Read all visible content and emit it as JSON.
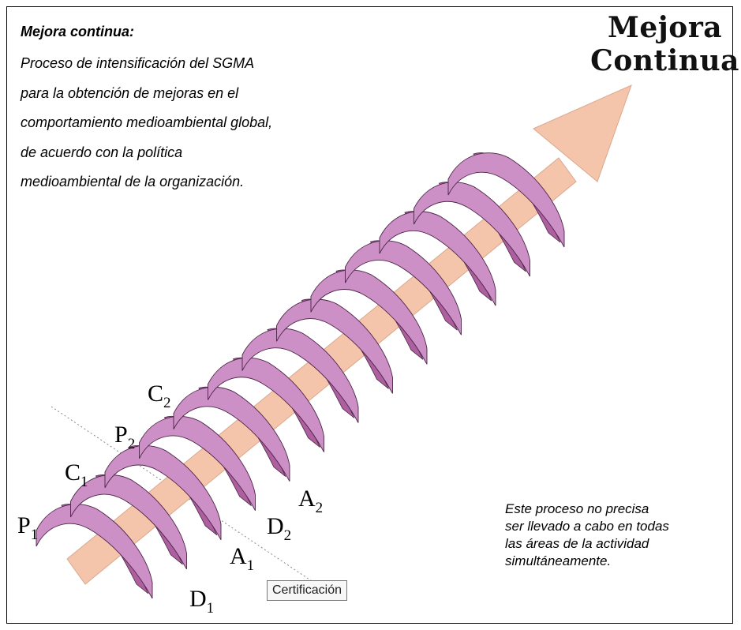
{
  "definition": {
    "title": "Mejora continua:",
    "lines": [
      "Proceso de intensificación del SGMA",
      "para la obtención de mejoras en el",
      "comportamiento medioambiental global,",
      "de acuerdo con la política",
      "medioambiental de la organización."
    ]
  },
  "heading": {
    "line1": "Mejora",
    "line2": "Continua"
  },
  "note": {
    "lines": [
      "Este proceso no precisa",
      "ser llevado a cabo en todas",
      "las áreas de la actividad",
      "simultáneamente."
    ]
  },
  "certification_label": "Certificación",
  "stages": [
    {
      "letter": "P",
      "index": "1"
    },
    {
      "letter": "C",
      "index": "1"
    },
    {
      "letter": "P",
      "index": "2"
    },
    {
      "letter": "C",
      "index": "2"
    },
    {
      "letter": "A",
      "index": "2"
    },
    {
      "letter": "D",
      "index": "2"
    },
    {
      "letter": "A",
      "index": "1"
    },
    {
      "letter": "D",
      "index": "1"
    }
  ],
  "colors": {
    "arrow": "#f5c5ab",
    "ribbon_front": "#cc8fc6",
    "ribbon_back": "#ad5f9f",
    "ribbon_edge": "#4b2545"
  }
}
